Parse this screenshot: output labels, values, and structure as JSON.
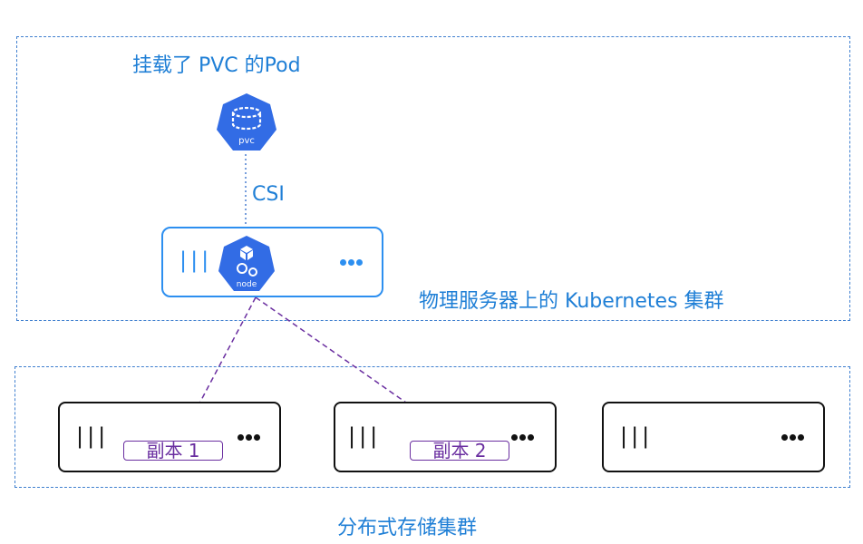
{
  "zones": {
    "pod_title": "挂载了 PVC 的Pod",
    "k8s_cluster_label": "物理服务器上的 Kubernetes 集群",
    "storage_cluster_label": "分布式存储集群"
  },
  "connections": {
    "csi_label": "CSI"
  },
  "pvc": {
    "icon_text": "pvc",
    "icon": "database-cylinder-icon",
    "color": "#326ce5"
  },
  "node": {
    "icon_text": "node",
    "icon": "kubernetes-node-icon",
    "bars": "|||",
    "color": "#326ce5"
  },
  "storage_servers": [
    {
      "bars": "|||",
      "replica": "副本 1"
    },
    {
      "bars": "|||",
      "replica": "副本 2"
    },
    {
      "bars": "|||"
    }
  ],
  "colors": {
    "zone_border": "#3f7fcf",
    "label": "#1f7fd6",
    "replica": "#6a2ea0"
  }
}
